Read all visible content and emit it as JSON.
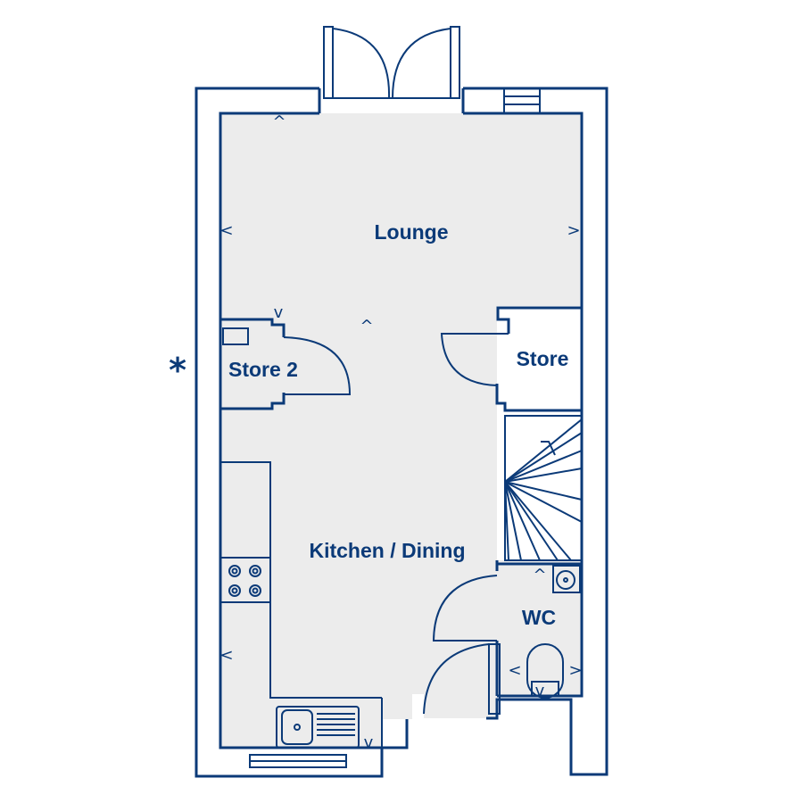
{
  "rooms": {
    "lounge": "Lounge",
    "store2": "Store 2",
    "store": "Store",
    "kitchen": "Kitchen / Dining",
    "wc": "WC"
  },
  "markers": {
    "asterisk": "*",
    "up": "^",
    "down": "v",
    "left": "<",
    "right": ">"
  },
  "colors": {
    "line": "#0b3a78",
    "floor": "#ececec",
    "background": "#ffffff"
  }
}
